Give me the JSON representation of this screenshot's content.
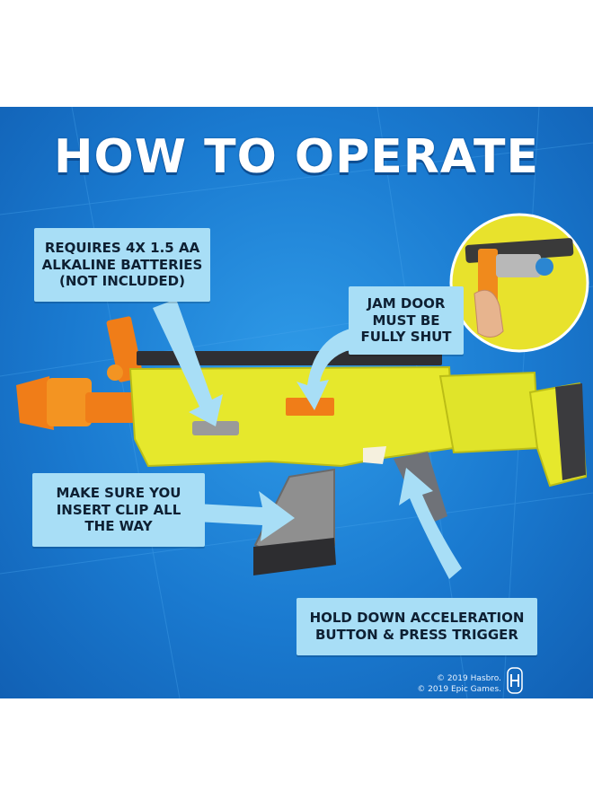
{
  "heading": "HOW TO OPERATE",
  "callouts": {
    "batteries": "REQUIRES 4X 1.5 AA\nALKALINE BATTERIES\n(NOT INCLUDED)",
    "jam_door": "JAM DOOR\nMUST BE\nFULLY SHUT",
    "clip": "MAKE SURE YOU\nINSERT CLIP ALL\nTHE WAY",
    "trigger": "HOLD DOWN ACCELERATION\nBUTTON & PRESS TRIGGER"
  },
  "copyright": {
    "line1": "© 2019 Hasbro.",
    "line2": "© 2019 Epic Games."
  },
  "colors": {
    "background": "#1a7ad0",
    "callout": "#a8def6",
    "blaster_body": "#e8ea2a",
    "blaster_accent": "#f08a1c",
    "magazine": "#8c8c8c"
  }
}
